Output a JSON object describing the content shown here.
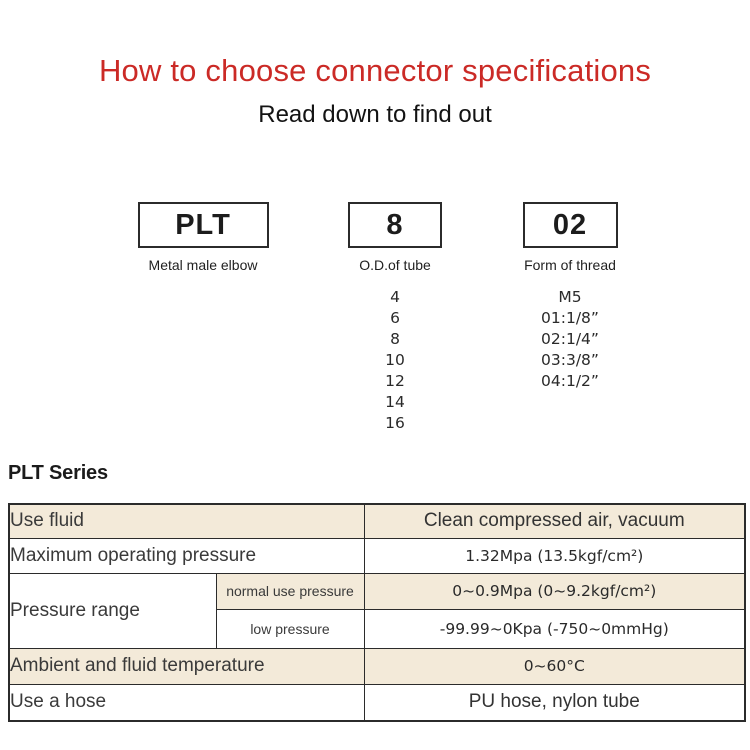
{
  "header": {
    "title": "How to choose connector specifications",
    "subtitle": "Read down to find out"
  },
  "code_builder": {
    "segments": [
      {
        "code": "PLT",
        "label": "Metal male elbow",
        "options": []
      },
      {
        "code": "8",
        "label": "O.D.of tube",
        "options": [
          "4",
          "6",
          "8",
          "10",
          "12",
          "14",
          "16"
        ]
      },
      {
        "code": "02",
        "label": "Form of thread",
        "options": [
          "M5",
          "01:1/8”",
          "02:1/4”",
          "03:3/8”",
          "04:1/2”"
        ]
      }
    ]
  },
  "series": {
    "heading": "PLT Series"
  },
  "spec_table": {
    "use_fluid": {
      "label": "Use fluid",
      "value": "Clean compressed air, vacuum"
    },
    "max_pressure": {
      "label": "Maximum operating pressure",
      "value": "1.32Mpa (13.5kgf/cm²)"
    },
    "pressure_range": {
      "label": "Pressure range",
      "normal": {
        "label": "normal use pressure",
        "value": "0~0.9Mpa (0~9.2kgf/cm²)"
      },
      "low": {
        "label": "low pressure",
        "value": "-99.99~0Kpa (-750~0mmHg)"
      }
    },
    "ambient_temp": {
      "label": "Ambient and fluid temperature",
      "value": "0~60°C"
    },
    "hose": {
      "label": "Use a hose",
      "value": "PU hose, nylon tube"
    }
  },
  "colors": {
    "accent_red": "#cb2a26",
    "row_highlight_beige": "#f3ead9",
    "table_border": "#2b2b2b"
  }
}
